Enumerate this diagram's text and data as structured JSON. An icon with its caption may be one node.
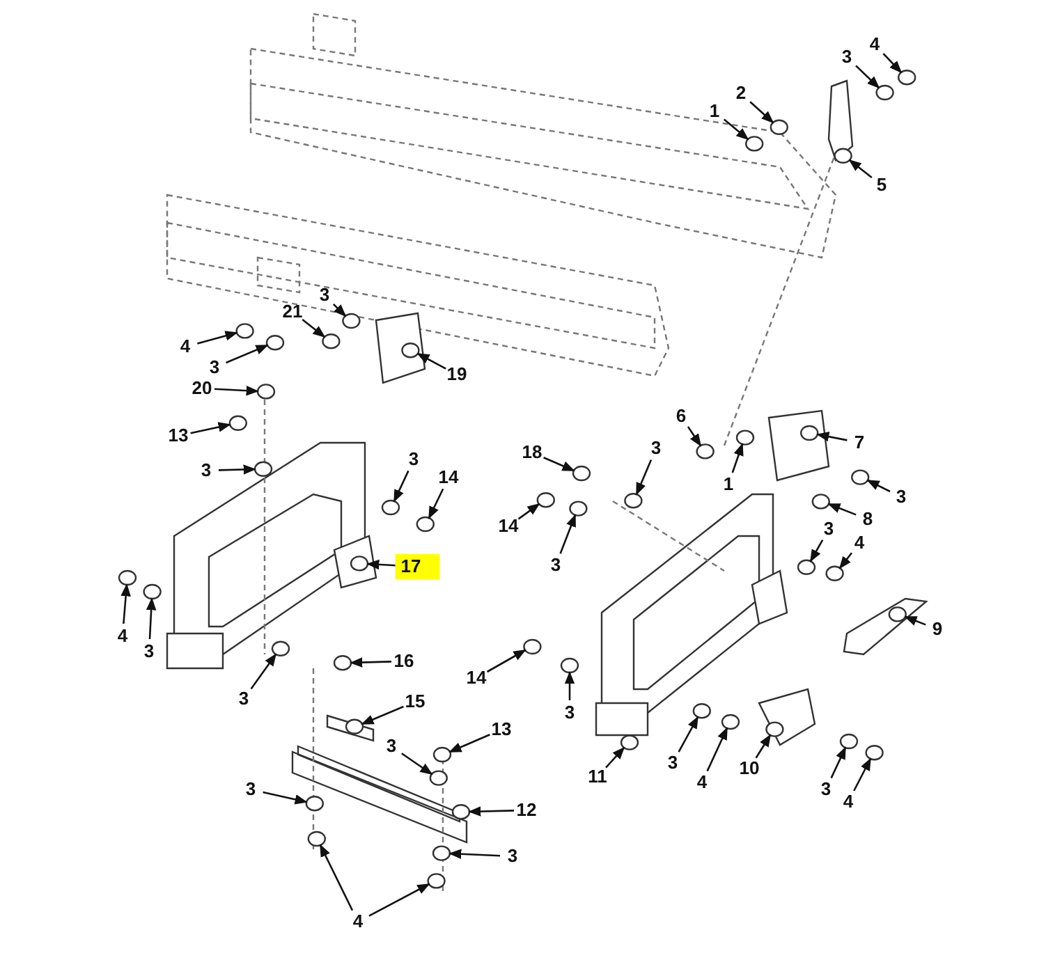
{
  "diagram": {
    "nodes": [
      {
        "text": [
          "4"
        ]
      },
      {
        "text": [
          "3"
        ]
      },
      {
        "text": [
          "2"
        ]
      },
      {
        "text": [
          "1"
        ]
      },
      {
        "text": [
          "5"
        ]
      },
      {
        "text": [
          "3"
        ]
      },
      {
        "text": [
          "21"
        ]
      },
      {
        "text": [
          "4"
        ]
      },
      {
        "text": [
          "3"
        ]
      },
      {
        "text": [
          "19"
        ]
      },
      {
        "text": [
          "20"
        ]
      },
      {
        "text": [
          "6"
        ]
      },
      {
        "text": [
          "13"
        ]
      },
      {
        "text": [
          "7"
        ]
      },
      {
        "text": [
          "18"
        ]
      },
      {
        "text": [
          "3"
        ]
      },
      {
        "text": [
          "3"
        ]
      },
      {
        "text": [
          "3"
        ]
      },
      {
        "text": [
          "14"
        ]
      },
      {
        "text": [
          "1"
        ]
      },
      {
        "text": [
          "3"
        ]
      },
      {
        "text": [
          "8"
        ]
      },
      {
        "text": [
          "14"
        ]
      },
      {
        "text": [
          "3"
        ]
      },
      {
        "text": [
          "4"
        ]
      },
      {
        "text": [
          "3"
        ]
      },
      {
        "text": [
          "17"
        ]
      },
      {
        "text": [
          "3"
        ]
      },
      {
        "text": [
          "4"
        ]
      },
      {
        "text": [
          "9"
        ]
      },
      {
        "text": [
          "16"
        ]
      },
      {
        "text": [
          "14"
        ]
      },
      {
        "text": [
          "3"
        ]
      },
      {
        "text": [
          "15"
        ]
      },
      {
        "text": [
          "13"
        ]
      },
      {
        "text": [
          "3"
        ]
      },
      {
        "text": [
          "3"
        ]
      },
      {
        "text": [
          "3"
        ]
      },
      {
        "text": [
          "10"
        ]
      },
      {
        "text": [
          "11"
        ]
      },
      {
        "text": [
          "4"
        ]
      },
      {
        "text": [
          "3"
        ]
      },
      {
        "text": [
          "4"
        ]
      },
      {
        "text": [
          "3"
        ]
      },
      {
        "text": [
          "12"
        ]
      },
      {
        "text": [
          "3"
        ]
      },
      {
        "text": [
          "4"
        ]
      },
      {
        "text": [],
        "shape": "circle"
      },
      {
        "text": [],
        "shape": "circle"
      },
      {
        "text": [],
        "shape": "circle"
      },
      {
        "text": [],
        "shape": "circle"
      },
      {
        "text": [],
        "shape": "circle"
      },
      {
        "text": [],
        "shape": "circle"
      },
      {
        "text": [],
        "shape": "circle"
      },
      {
        "text": [],
        "shape": "circle"
      },
      {
        "text": [],
        "shape": "circle"
      },
      {
        "text": [],
        "shape": "circle"
      },
      {
        "text": [],
        "shape": "circle"
      },
      {
        "text": [],
        "shape": "circle"
      },
      {
        "text": [],
        "shape": "circle"
      },
      {
        "text": [],
        "shape": "circle"
      },
      {
        "text": [],
        "shape": "circle"
      },
      {
        "text": [],
        "shape": "circle"
      },
      {
        "text": [],
        "shape": "circle"
      },
      {
        "text": [],
        "shape": "circle"
      },
      {
        "text": [],
        "shape": "circle"
      },
      {
        "text": [],
        "shape": "circle"
      },
      {
        "text": [],
        "shape": "circle"
      },
      {
        "text": [],
        "shape": "circle"
      },
      {
        "text": [],
        "shape": "circle"
      },
      {
        "text": [],
        "shape": "circle"
      },
      {
        "text": [],
        "shape": "circle"
      },
      {
        "text": [],
        "shape": "circle"
      },
      {
        "text": [],
        "shape": "circle"
      },
      {
        "text": [],
        "shape": "circle"
      },
      {
        "text": [],
        "shape": "circle"
      },
      {
        "text": [],
        "shape": "circle"
      },
      {
        "text": [],
        "shape": "circle"
      },
      {
        "text": [],
        "shape": "circle"
      },
      {
        "text": [],
        "shape": "circle"
      },
      {
        "text": [],
        "shape": "circle"
      },
      {
        "text": [],
        "shape": "circle"
      },
      {
        "text": [],
        "shape": "circle"
      },
      {
        "text": [],
        "shape": "circle"
      },
      {
        "text": [],
        "shape": "circle"
      },
      {
        "text": [],
        "shape": "circle"
      },
      {
        "text": [],
        "shape": "circle"
      },
      {
        "text": [],
        "shape": "circle"
      },
      {
        "text": [],
        "shape": "circle"
      },
      {
        "text": [],
        "shape": "circle"
      },
      {
        "text": [],
        "shape": "circle"
      },
      {
        "text": [],
        "shape": "circle"
      },
      {
        "text": [],
        "shape": "circle"
      },
      {
        "text": [],
        "shape": "circle"
      },
      {
        "text": [],
        "shape": "circle"
      }
    ],
    "edges": [
      {
        "from": 0,
        "to": 47,
        "arrow": "to"
      },
      {
        "from": 1,
        "to": 48,
        "arrow": "to"
      },
      {
        "from": 2,
        "to": 49,
        "arrow": "to"
      },
      {
        "from": 3,
        "to": 50,
        "arrow": "to"
      },
      {
        "from": 4,
        "to": 51,
        "arrow": "to"
      },
      {
        "from": 5,
        "to": 52,
        "arrow": "to"
      },
      {
        "from": 6,
        "to": 53,
        "arrow": "to"
      },
      {
        "from": 7,
        "to": 54,
        "arrow": "to"
      },
      {
        "from": 8,
        "to": 55,
        "arrow": "to"
      },
      {
        "from": 9,
        "to": 56,
        "arrow": "to"
      },
      {
        "from": 10,
        "to": 57,
        "arrow": "to"
      },
      {
        "from": 11,
        "to": 58,
        "arrow": "to"
      },
      {
        "from": 12,
        "to": 59,
        "arrow": "to"
      },
      {
        "from": 13,
        "to": 60,
        "arrow": "to"
      },
      {
        "from": 14,
        "to": 61,
        "arrow": "to"
      },
      {
        "from": 15,
        "to": 62,
        "arrow": "to"
      },
      {
        "from": 16,
        "to": 63,
        "arrow": "to"
      },
      {
        "from": 17,
        "to": 64,
        "arrow": "to"
      },
      {
        "from": 18,
        "to": 65,
        "arrow": "to"
      },
      {
        "from": 19,
        "to": 66,
        "arrow": "to"
      },
      {
        "from": 20,
        "to": 67,
        "arrow": "to"
      },
      {
        "from": 21,
        "to": 68,
        "arrow": "to"
      },
      {
        "from": 22,
        "to": 69,
        "arrow": "to"
      },
      {
        "from": 23,
        "to": 70,
        "arrow": "to"
      },
      {
        "from": 24,
        "to": 71,
        "arrow": "to"
      },
      {
        "from": 25,
        "to": 72,
        "arrow": "to"
      },
      {
        "from": 26,
        "to": 73,
        "arrow": "to"
      },
      {
        "from": 27,
        "to": 74,
        "arrow": "to"
      },
      {
        "from": 28,
        "to": 75,
        "arrow": "to"
      },
      {
        "from": 29,
        "to": 76,
        "arrow": "to"
      },
      {
        "from": 30,
        "to": 77,
        "arrow": "to"
      },
      {
        "from": 31,
        "to": 78,
        "arrow": "to"
      },
      {
        "from": 32,
        "to": 79,
        "arrow": "to"
      },
      {
        "from": 33,
        "to": 80,
        "arrow": "to"
      },
      {
        "from": 34,
        "to": 81,
        "arrow": "to"
      },
      {
        "from": 35,
        "to": 82,
        "arrow": "to"
      },
      {
        "from": 36,
        "to": 83,
        "arrow": "to"
      },
      {
        "from": 37,
        "to": 84,
        "arrow": "to"
      },
      {
        "from": 38,
        "to": 85,
        "arrow": "to"
      },
      {
        "from": 39,
        "to": 86,
        "arrow": "to"
      },
      {
        "from": 40,
        "to": 87,
        "arrow": "to"
      },
      {
        "from": 41,
        "to": 88,
        "arrow": "to"
      },
      {
        "from": 42,
        "to": 89,
        "arrow": "to"
      },
      {
        "from": 43,
        "to": 90,
        "arrow": "to"
      },
      {
        "from": 44,
        "to": 91,
        "arrow": "to"
      },
      {
        "from": 45,
        "to": 92,
        "arrow": "to"
      },
      {
        "from": 46,
        "to": 93,
        "arrow": "to"
      },
      {
        "from": 46,
        "to": 94,
        "arrow": "to"
      }
    ]
  }
}
